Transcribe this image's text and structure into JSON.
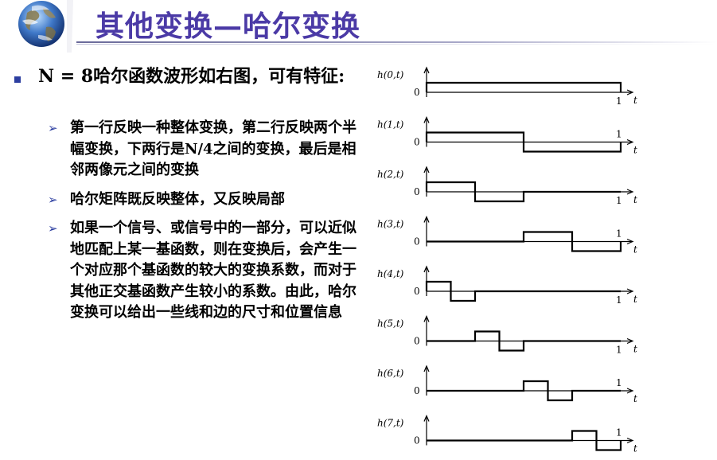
{
  "slide": {
    "title": "其他变换—哈尔变换",
    "main_bullet": "N = 8哈尔函数波形如右图，可有特征:",
    "sub_bullets": [
      "第一行反映一种整体变换，第二行反映两个半幅变换，下两行是N/4之间的变换，最后是相邻两像元之间的变换",
      "哈尔矩阵既反映整体，又反映局部",
      "如果一个信号、或信号中的一部分，可以近似地匹配上某一基函数，则在变换后，会产生一个对应那个基函数的较大的变换系数，而对于其他正交基函数产生较小的系数。由此，哈尔变换可以给出一些线和边的尺寸和位置信息"
    ]
  },
  "figure": {
    "panel_labels": [
      "h(0,t)",
      "h(1,t)",
      "h(2,t)",
      "h(3,t)",
      "h(4,t)",
      "h(5,t)",
      "h(6,t)",
      "h(7,t)"
    ],
    "zero_label": "0",
    "one_label": "1",
    "t_label": "t",
    "waveforms": [
      [
        1,
        1,
        1,
        1,
        1,
        1,
        1,
        1
      ],
      [
        1,
        1,
        1,
        1,
        -1,
        -1,
        -1,
        -1
      ],
      [
        1,
        1,
        -1,
        -1,
        0,
        0,
        0,
        0
      ],
      [
        0,
        0,
        0,
        0,
        1,
        1,
        -1,
        -1
      ],
      [
        1,
        -1,
        0,
        0,
        0,
        0,
        0,
        0
      ],
      [
        0,
        0,
        1,
        -1,
        0,
        0,
        0,
        0
      ],
      [
        0,
        0,
        0,
        0,
        1,
        -1,
        0,
        0
      ],
      [
        0,
        0,
        0,
        0,
        0,
        0,
        1,
        -1
      ]
    ]
  }
}
